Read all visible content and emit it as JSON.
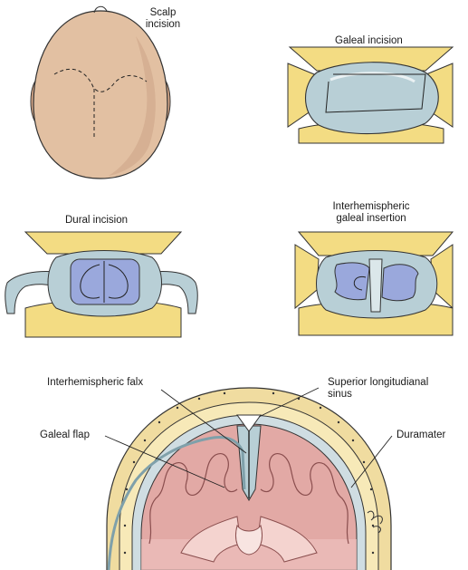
{
  "panels": {
    "scalp": {
      "label_line1": "Scalp",
      "label_line2": "incision"
    },
    "galeal": {
      "label": "Galeal incision"
    },
    "dural": {
      "label": "Dural incision"
    },
    "insertion": {
      "label_line1": "Interhemispheric",
      "label_line2": "galeal insertion"
    }
  },
  "cross_section": {
    "labels": {
      "falx": "Interhemispheric falx",
      "sinus_line1": "Superior longitudianal",
      "sinus_line2": "sinus",
      "flap": "Galeal flap",
      "dura": "Duramater"
    }
  },
  "colors": {
    "skin": "#e2c0a2",
    "skin_shadow": "#c49a7a",
    "scalp_fold": "#f3dc83",
    "galea": "#b8cfd6",
    "dura_blue": "#9aa8dc",
    "brain": "#e2a9a5",
    "brain_dark": "#c98080",
    "bone": "#f0dca0"
  }
}
